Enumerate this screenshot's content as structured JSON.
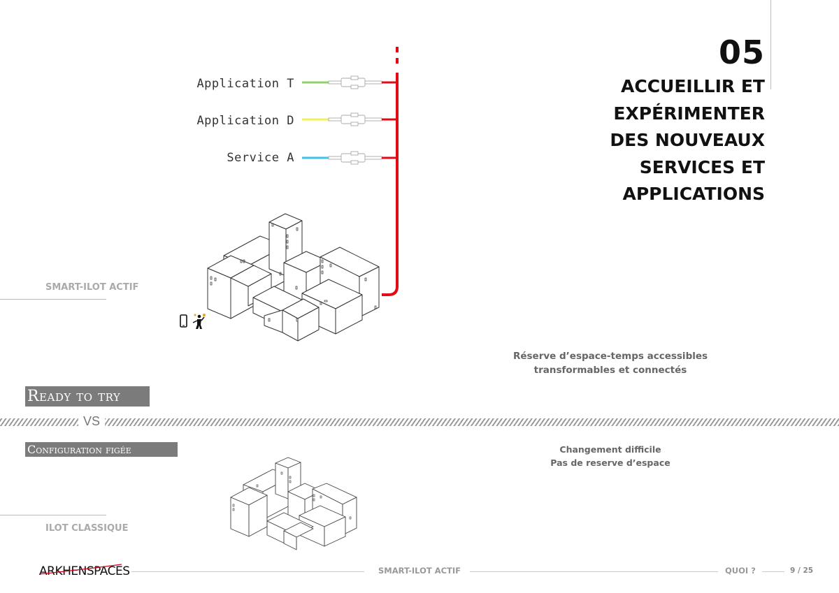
{
  "section": {
    "number": "05",
    "title_lines": [
      "ACCUEILLIR ET",
      "EXPÉRIMENTER",
      "DES NOUVEAUX",
      "SERVICES ET",
      "APPLICATIONS"
    ]
  },
  "apps": [
    {
      "label": "Application T",
      "color": "#8fd06a"
    },
    {
      "label": "Application D",
      "color": "#f3ef5a"
    },
    {
      "label": "Service A",
      "color": "#3ec3e6"
    }
  ],
  "bus_color": "#e30b17",
  "smart_label": "SMART-ILOT ACTIF",
  "classic_label": "ILOT CLASSIQUE",
  "caption_top": [
    "Réserve d’espace-temps accessibles",
    "transformables et connectés"
  ],
  "caption_bottom": [
    "Changement difficile",
    "Pas de reserve d’espace"
  ],
  "banner_ready": "Ready to try",
  "vs": "VS",
  "banner_config": "Configuration figée",
  "footer": {
    "logo": "ARKHENSPACES",
    "center": "SMART-ILOT ACTIF",
    "section": "QUOI ?",
    "page": "9",
    "total": "/ 25"
  }
}
